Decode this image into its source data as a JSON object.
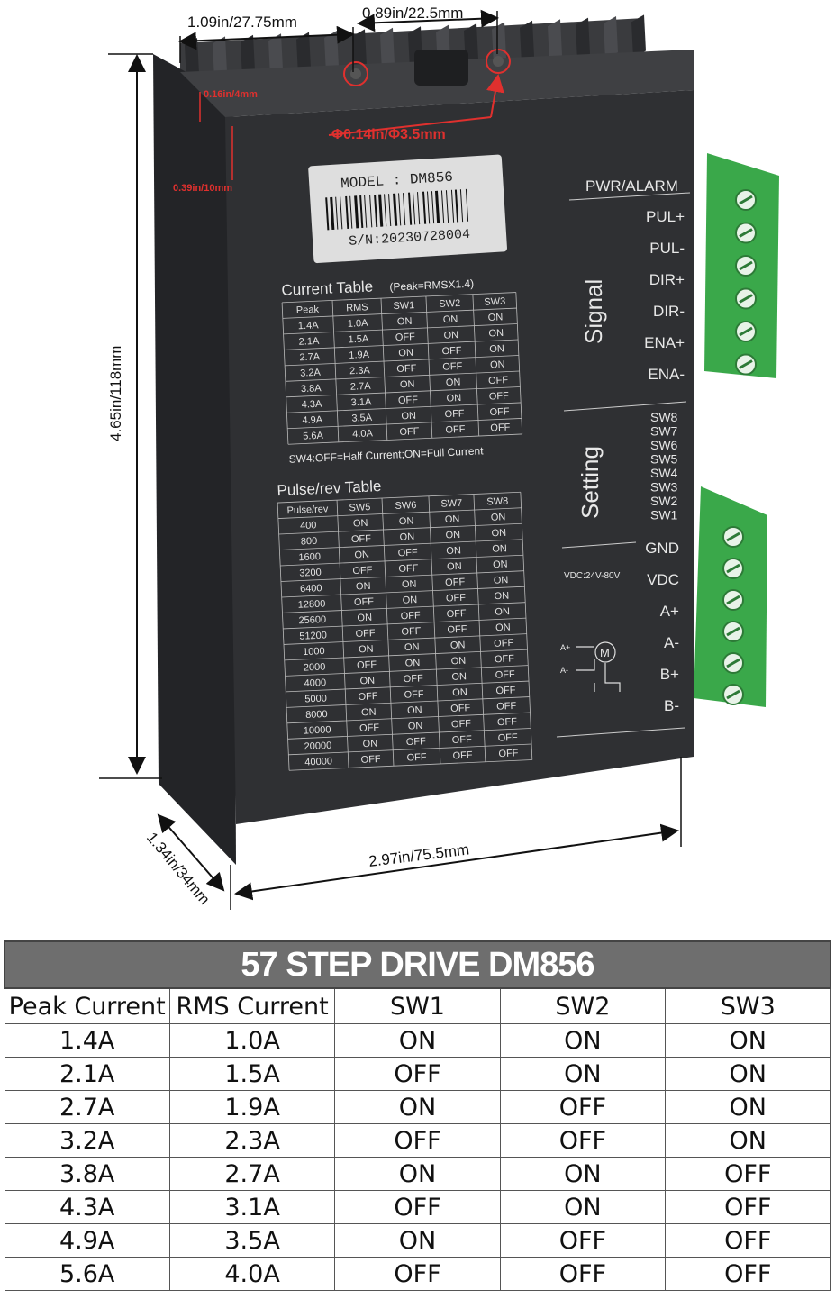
{
  "dimensions": {
    "top_left": "1.09in/27.75mm",
    "top_right": "0.89in/22.5mm",
    "height": "4.65in/118mm",
    "width": "2.97in/75.5mm",
    "depth": "1.34in/34mm",
    "edge_small": "0.16in/4mm",
    "edge_side": "0.39in/10mm",
    "hole": "Φ0.14in/Φ3.5mm"
  },
  "colors": {
    "drive_body": "#2f3033",
    "accent_red": "#e0302e",
    "terminal_green": "#3aa84a",
    "table_title_bg": "#6e6e6e"
  },
  "label": {
    "model": "MODEL : DM856",
    "serial": "S/N:20230728004"
  },
  "panel": {
    "pwr_alarm": "PWR/ALARM",
    "signal_title": "Signal",
    "signal_pins": [
      "PUL+",
      "PUL-",
      "DIR+",
      "DIR-",
      "ENA+",
      "ENA-"
    ],
    "setting_title": "Setting",
    "switches": [
      "SW8",
      "SW7",
      "SW6",
      "SW5",
      "SW4",
      "SW3",
      "SW2",
      "SW1"
    ],
    "voltage": "VDC:24V-80V",
    "power_pins": [
      "GND",
      "VDC",
      "A+",
      "A-",
      "B+",
      "B-"
    ],
    "motor_symbol": "M",
    "motor_a": "A+",
    "motor_a_minus": "A-"
  },
  "current_table": {
    "title": "Current Table",
    "title_note": "(Peak=RMSX1.4)",
    "headers": [
      "Peak",
      "RMS",
      "SW1",
      "SW2",
      "SW3"
    ],
    "rows": [
      [
        "1.4A",
        "1.0A",
        "ON",
        "ON",
        "ON"
      ],
      [
        "2.1A",
        "1.5A",
        "OFF",
        "ON",
        "ON"
      ],
      [
        "2.7A",
        "1.9A",
        "ON",
        "OFF",
        "ON"
      ],
      [
        "3.2A",
        "2.3A",
        "OFF",
        "OFF",
        "ON"
      ],
      [
        "3.8A",
        "2.7A",
        "ON",
        "ON",
        "OFF"
      ],
      [
        "4.3A",
        "3.1A",
        "OFF",
        "ON",
        "OFF"
      ],
      [
        "4.9A",
        "3.5A",
        "ON",
        "OFF",
        "OFF"
      ],
      [
        "5.6A",
        "4.0A",
        "OFF",
        "OFF",
        "OFF"
      ]
    ],
    "note": "SW4:OFF=Half Current;ON=Full Current"
  },
  "pulse_table": {
    "title": "Pulse/rev Table",
    "headers": [
      "Pulse/rev",
      "SW5",
      "SW6",
      "SW7",
      "SW8"
    ],
    "rows": [
      [
        "400",
        "ON",
        "ON",
        "ON",
        "ON"
      ],
      [
        "800",
        "OFF",
        "ON",
        "ON",
        "ON"
      ],
      [
        "1600",
        "ON",
        "OFF",
        "ON",
        "ON"
      ],
      [
        "3200",
        "OFF",
        "OFF",
        "ON",
        "ON"
      ],
      [
        "6400",
        "ON",
        "ON",
        "OFF",
        "ON"
      ],
      [
        "12800",
        "OFF",
        "ON",
        "OFF",
        "ON"
      ],
      [
        "25600",
        "ON",
        "OFF",
        "OFF",
        "ON"
      ],
      [
        "51200",
        "OFF",
        "OFF",
        "OFF",
        "ON"
      ],
      [
        "1000",
        "ON",
        "ON",
        "ON",
        "OFF"
      ],
      [
        "2000",
        "OFF",
        "ON",
        "ON",
        "OFF"
      ],
      [
        "4000",
        "ON",
        "OFF",
        "ON",
        "OFF"
      ],
      [
        "5000",
        "OFF",
        "OFF",
        "ON",
        "OFF"
      ],
      [
        "8000",
        "ON",
        "ON",
        "OFF",
        "OFF"
      ],
      [
        "10000",
        "OFF",
        "ON",
        "OFF",
        "OFF"
      ],
      [
        "20000",
        "ON",
        "OFF",
        "OFF",
        "OFF"
      ],
      [
        "40000",
        "OFF",
        "OFF",
        "OFF",
        "OFF"
      ]
    ]
  },
  "spec_table": {
    "title": "57 STEP DRIVE DM856",
    "headers": [
      "Peak Current",
      "RMS Current",
      "SW1",
      "SW2",
      "SW3"
    ],
    "rows": [
      [
        "1.4A",
        "1.0A",
        "ON",
        "ON",
        "ON"
      ],
      [
        "2.1A",
        "1.5A",
        "OFF",
        "ON",
        "ON"
      ],
      [
        "2.7A",
        "1.9A",
        "ON",
        "OFF",
        "ON"
      ],
      [
        "3.2A",
        "2.3A",
        "OFF",
        "OFF",
        "ON"
      ],
      [
        "3.8A",
        "2.7A",
        "ON",
        "ON",
        "OFF"
      ],
      [
        "4.3A",
        "3.1A",
        "OFF",
        "ON",
        "OFF"
      ],
      [
        "4.9A",
        "3.5A",
        "ON",
        "OFF",
        "OFF"
      ],
      [
        "5.6A",
        "4.0A",
        "OFF",
        "OFF",
        "OFF"
      ]
    ]
  }
}
